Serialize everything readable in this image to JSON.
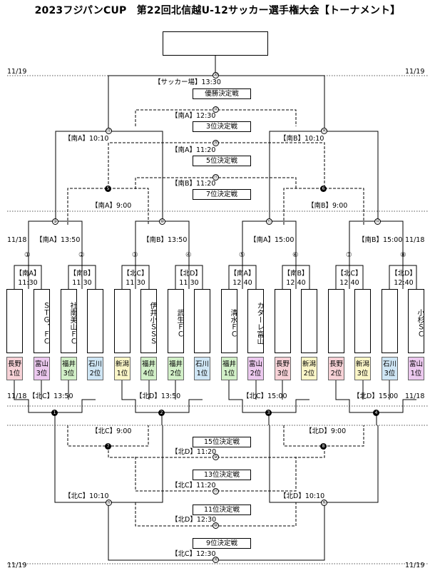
{
  "title": "2023フジパンCUP　第22回北信越U-12サッカー選手権大会【トーナメント】",
  "dates": {
    "d1119": "11/19",
    "d1118": "11/18"
  },
  "upper_matches": {
    "final": {
      "label": "【サッカー場】13:30",
      "num": "⑳",
      "box": "優勝決定戦"
    },
    "third": {
      "label": "【南A】12:30",
      "num": "⑫",
      "box": "3位決定戦"
    },
    "fifth": {
      "label": "【南A】11:20",
      "num": "⑲",
      "box": "5位決定戦"
    },
    "seventh": {
      "label": "【南B】11:20",
      "num": "⑪",
      "box": "7位決定戦"
    },
    "sf13": {
      "label": "【南A】10:10",
      "num": "⑬"
    },
    "sf14": {
      "label": "【南B】10:10",
      "num": "⑭"
    },
    "c5": {
      "label": "【南A】9:00",
      "num": "5"
    },
    "c6": {
      "label": "【南B】9:00",
      "num": "6"
    },
    "q9": {
      "label": "【南A】13:50",
      "num": "⑨"
    },
    "q10": {
      "label": "【南B】13:50",
      "num": "⑩"
    },
    "q11": {
      "label": "【南A】15:00",
      "num": "⑪"
    },
    "q12": {
      "label": "【南B】15:00",
      "num": "⑫"
    }
  },
  "first_round": [
    {
      "num": "①",
      "court": "【南A】",
      "time": "11:30"
    },
    {
      "num": "②",
      "court": "【南B】",
      "time": "11:30"
    },
    {
      "num": "③",
      "court": "【北C】",
      "time": "11:30"
    },
    {
      "num": "④",
      "court": "【北D】",
      "time": "11:30"
    },
    {
      "num": "⑤",
      "court": "【南A】",
      "time": "12:40"
    },
    {
      "num": "⑥",
      "court": "【南B】",
      "time": "12:40"
    },
    {
      "num": "⑦",
      "court": "【北C】",
      "time": "12:40"
    },
    {
      "num": "⑧",
      "court": "【北D】",
      "time": "12:40"
    }
  ],
  "teams": [
    {
      "name": "",
      "pref": "長野",
      "rank": "1位",
      "color": "#f7d2d7"
    },
    {
      "name": "ＳＴＧ．ＦＣ",
      "pref": "富山",
      "rank": "3位",
      "color": "#ecc9ef"
    },
    {
      "name": "社南美山ＦＣ",
      "pref": "福井",
      "rank": "3位",
      "color": "#d2f0c8"
    },
    {
      "name": "",
      "pref": "石川",
      "rank": "2位",
      "color": "#cfe6f5"
    },
    {
      "name": "",
      "pref": "新潟",
      "rank": "1位",
      "color": "#fbf6c8"
    },
    {
      "name": "伊井小ＳＳＳ",
      "pref": "福井",
      "rank": "4位",
      "color": "#d2f0c8"
    },
    {
      "name": "武生ＦＣ",
      "pref": "福井",
      "rank": "2位",
      "color": "#d2f0c8"
    },
    {
      "name": "",
      "pref": "石川",
      "rank": "1位",
      "color": "#cfe6f5"
    },
    {
      "name": "清水ＦＣ",
      "pref": "福井",
      "rank": "1位",
      "color": "#d2f0c8"
    },
    {
      "name": "カターレ富山",
      "pref": "富山",
      "rank": "2位",
      "color": "#ecc9ef"
    },
    {
      "name": "",
      "pref": "長野",
      "rank": "3位",
      "color": "#f7d2d7"
    },
    {
      "name": "",
      "pref": "新潟",
      "rank": "2位",
      "color": "#fbf6c8"
    },
    {
      "name": "",
      "pref": "長野",
      "rank": "2位",
      "color": "#f7d2d7"
    },
    {
      "name": "",
      "pref": "新潟",
      "rank": "3位",
      "color": "#fbf6c8"
    },
    {
      "name": "",
      "pref": "石川",
      "rank": "3位",
      "color": "#cfe6f5"
    },
    {
      "name": "小杉ＳＣ",
      "pref": "富山",
      "rank": "1位",
      "color": "#ecc9ef"
    }
  ],
  "lower_matches": {
    "l1": {
      "label": "【北C】13:50",
      "num": "1"
    },
    "l2": {
      "label": "【北D】13:50",
      "num": "2"
    },
    "l3": {
      "label": "【北C】15:00",
      "num": "3"
    },
    "l4": {
      "label": "【北D】15:00",
      "num": "4"
    },
    "c7": {
      "label": "【北C】9:00",
      "num": "7"
    },
    "c8": {
      "label": "【北D】9:00",
      "num": "8"
    },
    "p15": {
      "box": "15位決定戦",
      "label": "【北D】11:20",
      "num": "⑨"
    },
    "p13": {
      "box": "13位決定戦",
      "label": "【北C】11:20",
      "num": "⑰"
    },
    "s15": {
      "label": "【北C】10:10",
      "num": "⑮"
    },
    "s16": {
      "label": "【北D】10:10",
      "num": "⑯"
    },
    "p11": {
      "box": "11位決定戦",
      "label": "【北D】12:30",
      "num": "⑩"
    },
    "p9": {
      "box": "9位決定戦",
      "label": "【北C】12:30",
      "num": "⑱"
    }
  }
}
